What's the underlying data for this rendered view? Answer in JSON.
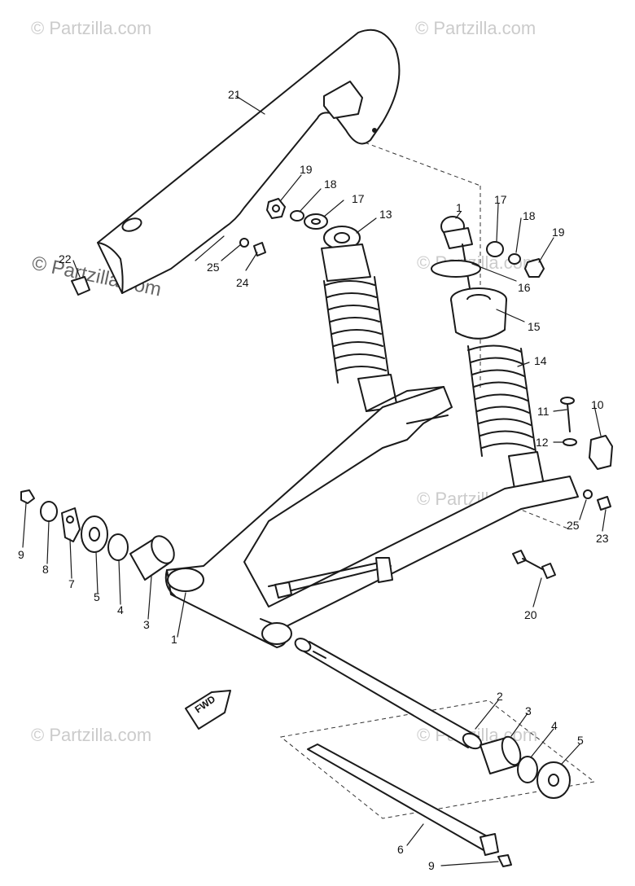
{
  "watermark": "© Partzilla.com",
  "fwd_label": "FWD",
  "callouts": [
    "21",
    "22",
    "25",
    "24",
    "19",
    "18",
    "17",
    "13",
    "1",
    "17",
    "18",
    "19",
    "16",
    "15",
    "14",
    "11",
    "10",
    "12",
    "25",
    "23",
    "9",
    "8",
    "7",
    "5",
    "4",
    "3",
    "1",
    "20",
    "2",
    "3",
    "4",
    "5",
    "6",
    "9"
  ]
}
